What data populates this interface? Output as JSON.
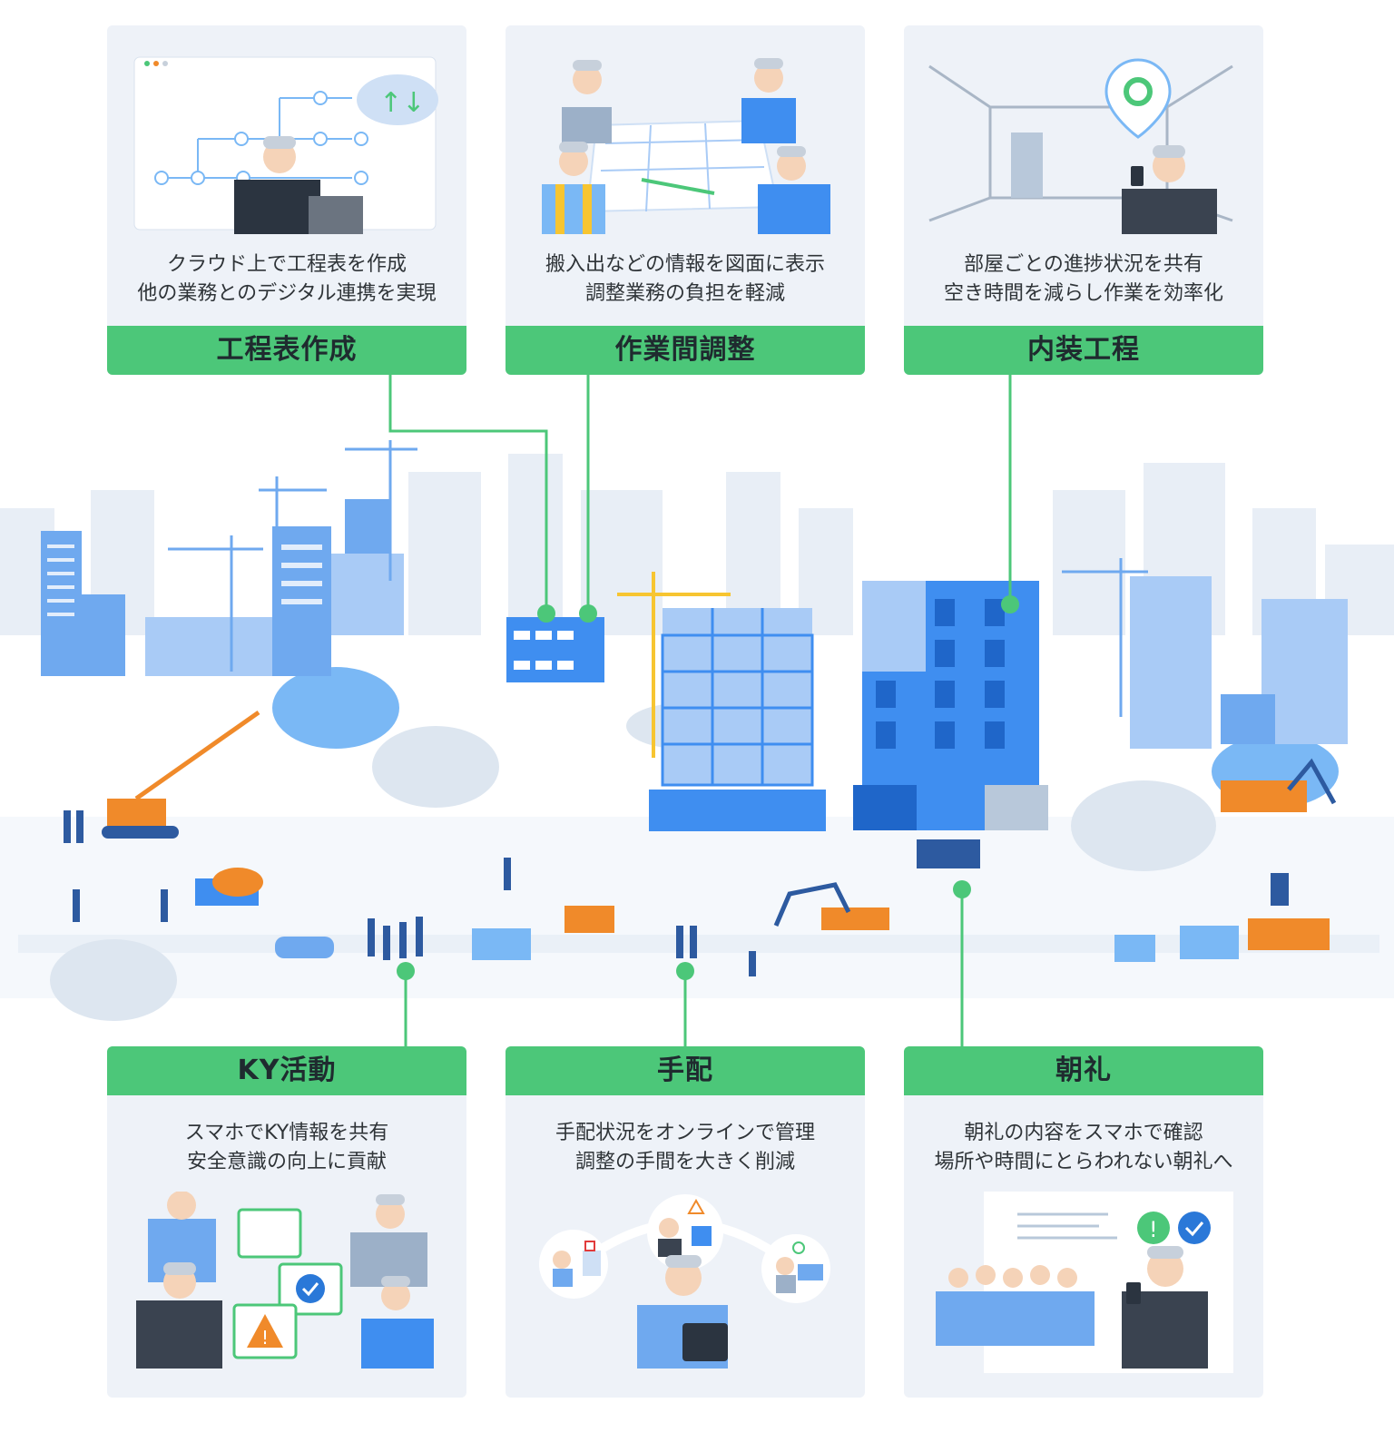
{
  "colors": {
    "accent_green": "#4cc779",
    "card_bg": "#eef2f8",
    "building_blue": "#3f8ef0",
    "sky_blue": "#cfe0f5"
  },
  "top_cards": [
    {
      "title": "工程表作成",
      "lines": [
        "クラウド上で工程表を作成",
        "他の業務とのデジタル連携を実現"
      ],
      "icon": "cloud-sync-icon"
    },
    {
      "title": "作業間調整",
      "lines": [
        "搬入出などの情報を図面に表示",
        "調整業務の負担を軽減"
      ],
      "icon": "blueprint-icon"
    },
    {
      "title": "内装工程",
      "lines": [
        "部屋ごとの進捗状況を共有",
        "空き時間を減らし作業を効率化"
      ],
      "icon": "location-pin-icon"
    }
  ],
  "bottom_cards": [
    {
      "title": "KY活動",
      "lines": [
        "スマホでKY情報を共有",
        "安全意識の向上に貢献"
      ],
      "icon": "warning-icon"
    },
    {
      "title": "手配",
      "lines": [
        "手配状況をオンラインで管理",
        "調整の手間を大きく削減"
      ],
      "icon": "truck-icon"
    },
    {
      "title": "朝礼",
      "lines": [
        "朝礼の内容をスマホで確認",
        "場所や時間にとらわれない朝礼へ"
      ],
      "icon": "check-icon"
    }
  ]
}
